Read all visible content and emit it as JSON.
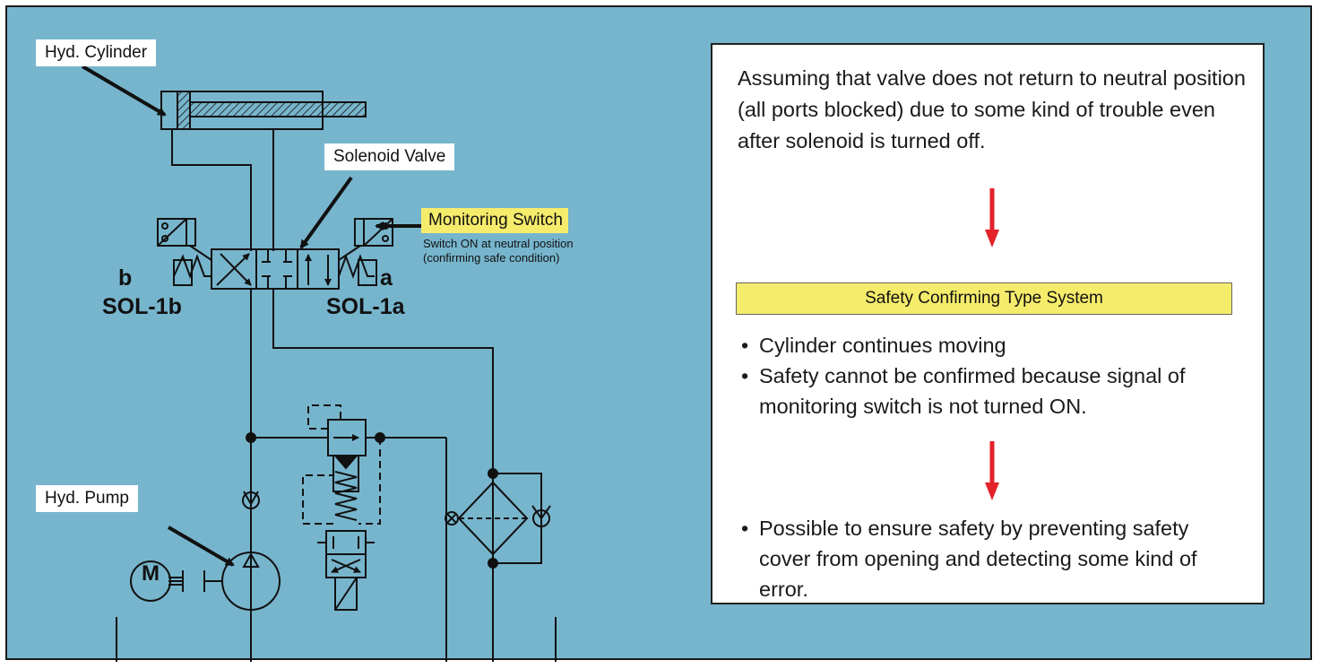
{
  "diagram": {
    "labels": {
      "hyd_cylinder": "Hyd. Cylinder",
      "solenoid_valve": "Solenoid Valve",
      "monitoring_switch": "Monitoring Switch",
      "monitoring_note": "Switch ON at neutral position (confirming safe condition)",
      "hyd_pump": "Hyd. Pump",
      "motor": "M",
      "sol_b_letter": "b",
      "sol_a_letter": "a",
      "sol_1b": "SOL-1b",
      "sol_1a": "SOL-1a"
    },
    "colors": {
      "background": "#77b5cd",
      "highlight": "#f6ec6c",
      "arrow": "#e3222a"
    }
  },
  "panel": {
    "assumption": "Assuming that valve does not return to neutral position (all ports blocked) due to some kind of trouble even after solenoid is turned off.",
    "system_title": "Safety Confirming Type System",
    "results": [
      "Cylinder continues moving",
      "Safety cannot be confirmed because signal of monitoring switch is not turned ON."
    ],
    "conclusion": "Possible to ensure safety by preventing safety cover from opening and detecting some kind of error."
  }
}
